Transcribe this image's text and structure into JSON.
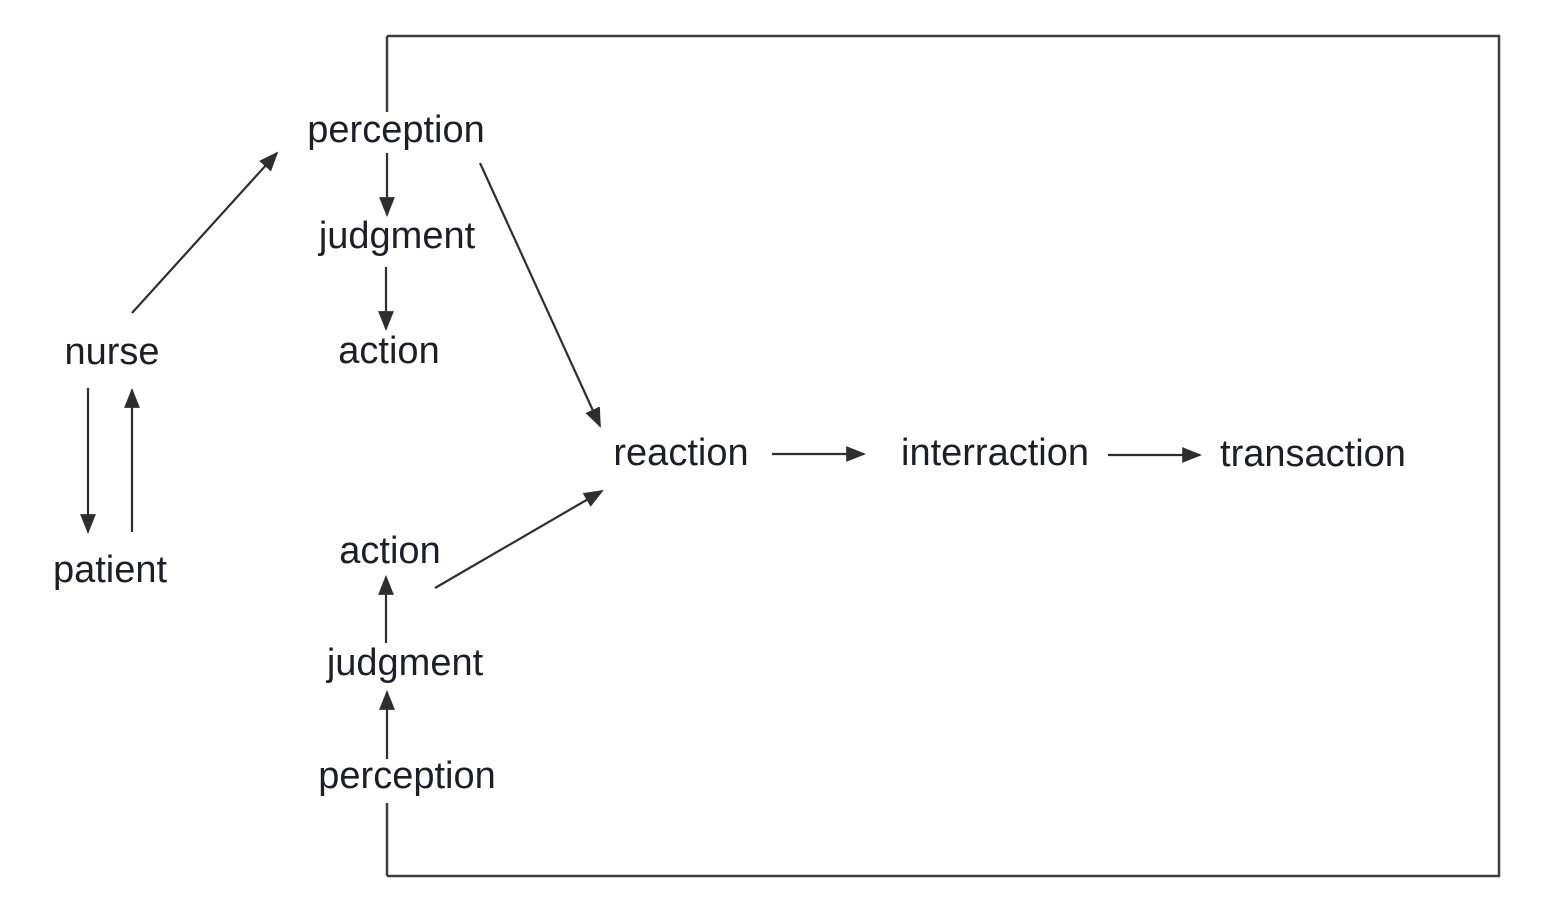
{
  "labels": {
    "nurse": "nurse",
    "patient": "patient",
    "perception_top": "perception",
    "judgment_top": "judgment",
    "action_top": "action",
    "perception_bottom": "perception",
    "judgment_bottom": "judgment",
    "action_bottom": "action",
    "reaction": "reaction",
    "interraction": "interraction",
    "transaction": "transaction"
  },
  "edges": [
    {
      "from": "nurse",
      "to": "perception_top"
    },
    {
      "from": "perception_top",
      "to": "judgment_top"
    },
    {
      "from": "judgment_top",
      "to": "action_top"
    },
    {
      "from": "nurse",
      "to": "patient"
    },
    {
      "from": "patient",
      "to": "nurse"
    },
    {
      "from": "perception_top",
      "to": "reaction"
    },
    {
      "from": "perception_bottom",
      "to": "judgment_bottom"
    },
    {
      "from": "judgment_bottom",
      "to": "action_bottom"
    },
    {
      "from": "action_bottom",
      "to": "reaction"
    },
    {
      "from": "reaction",
      "to": "interraction"
    },
    {
      "from": "interraction",
      "to": "transaction"
    }
  ],
  "colors": {
    "text": "#1e1e28",
    "line": "#2e2e2e",
    "border": "#3c3c3c",
    "background": "#ffffff"
  }
}
